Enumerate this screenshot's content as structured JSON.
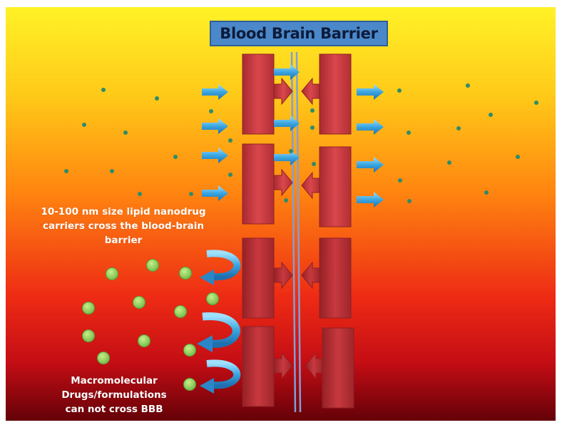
{
  "title": "Blood Brain Barrier",
  "labels": {
    "crossing_line1": "10-100 nm size lipid nanodrug",
    "crossing_line2": "carriers cross the blood-brain",
    "crossing_line3": "barrier",
    "blocked_line1": "Macromolecular",
    "blocked_line2": "Drugs/formulations",
    "blocked_line3": "can not cross BBB"
  },
  "colors": {
    "gradient_top": "#ffee2a",
    "gradient_mid": "#ff7a10",
    "gradient_low": "#e2161a",
    "gradient_bottom": "#6a0208",
    "cell_block": "#c93a3e",
    "cell_block_edge": "#8f2025",
    "small_particle": "#2f8b6a",
    "large_particle": "#8fd45f",
    "flow_arrow": "#3aa6e0",
    "barrier_line": "#7f9fd8",
    "title_fill": "#4b88c9"
  }
}
